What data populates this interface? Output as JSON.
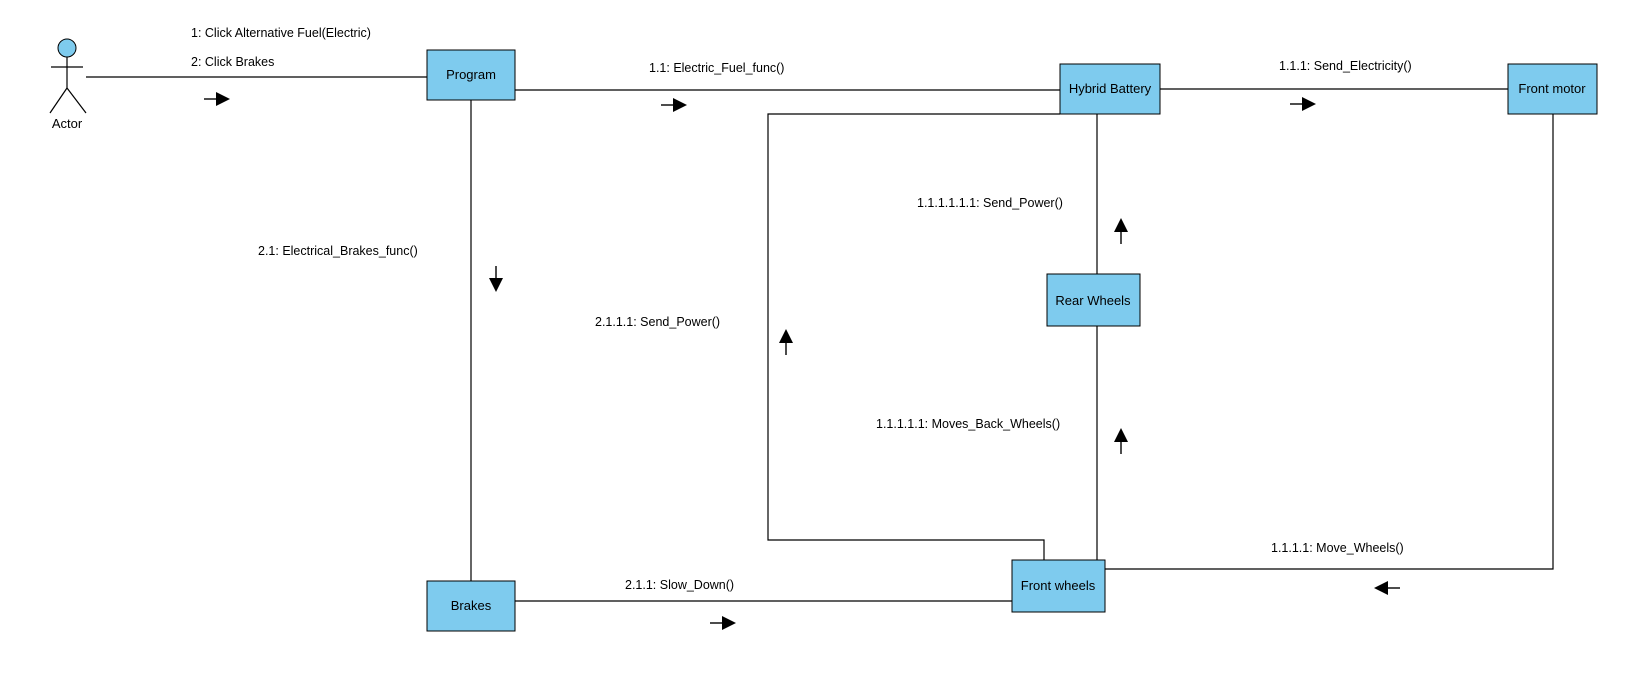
{
  "diagram": {
    "actor": {
      "label": "Actor",
      "fill": "#7ecbee"
    },
    "nodes": {
      "program": "Program",
      "hybrid_battery": "Hybrid Battery",
      "front_motor": "Front motor",
      "rear_wheels": "Rear Wheels",
      "front_wheels": "Front wheels",
      "brakes": "Brakes"
    },
    "messages": {
      "m1": "1: Click Alternative Fuel(Electric)",
      "m2": "2: Click Brakes",
      "m1_1": "1.1: Electric_Fuel_func()",
      "m1_1_1": "1.1.1: Send_Electricity()",
      "m1_1_1_1": "1.1.1.1: Move_Wheels()",
      "m1_1_1_1_1": "1.1.1.1.1: Moves_Back_Wheels()",
      "m1_1_1_1_1_1": "1.1.1.1.1.1: Send_Power()",
      "m2_1": "2.1: Electrical_Brakes_func()",
      "m2_1_1": "2.1.1: Slow_Down()",
      "m2_1_1_1": "2.1.1.1: Send_Power()"
    },
    "colors": {
      "node_fill": "#7ecbee",
      "line": "#000000"
    }
  }
}
